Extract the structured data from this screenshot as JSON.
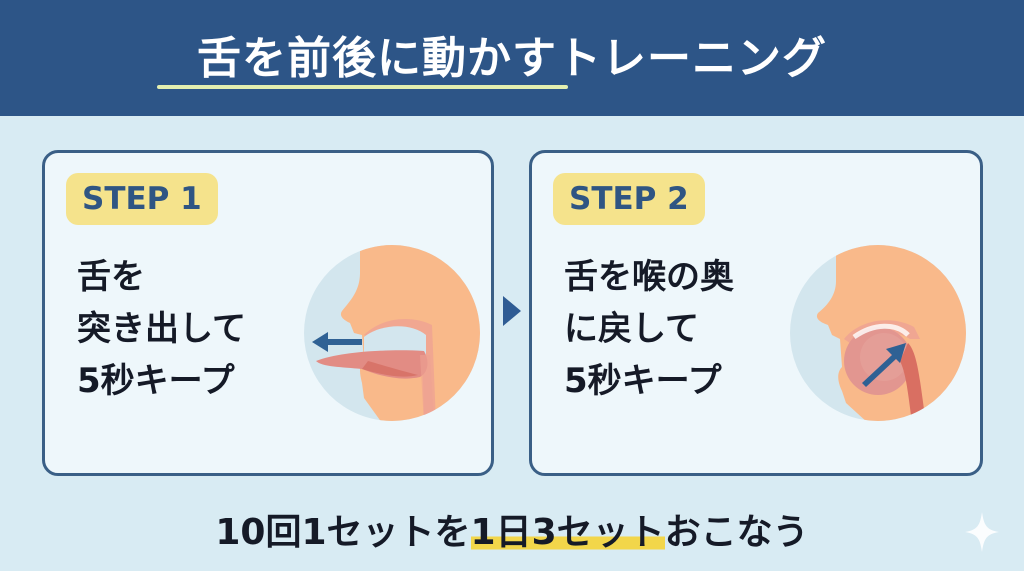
{
  "header": {
    "title": "舌を前後に動かすトレーニング",
    "background_color": "#2d5587",
    "underline_color": "#e3efb0"
  },
  "steps": [
    {
      "badge": "STEP 1",
      "lines": [
        "舌を",
        "突き出して",
        "5秒キープ"
      ],
      "illustration": "tongue-forward-profile",
      "arrow_direction": "left"
    },
    {
      "badge": "STEP 2",
      "lines": [
        "舌を喉の奥",
        "に戻して",
        "5秒キープ"
      ],
      "illustration": "tongue-back-profile",
      "arrow_direction": "up-right"
    }
  ],
  "connector": {
    "icon": "triangle-right-icon"
  },
  "footer": {
    "pre": "10回1セットを",
    "highlight": "1日3セット",
    "post": "おこなう",
    "highlight_color": "#f2d64a"
  },
  "decor": {
    "icon": "sparkle-icon"
  },
  "colors": {
    "background": "#d8ebf3",
    "card_bg": "#eef7fb",
    "card_border": "#3a5f86",
    "badge_bg": "#f5e38c",
    "badge_text": "#2f5583",
    "skin": "#f9b98a",
    "tongue": "#e28c84",
    "arrow": "#2f6194"
  }
}
